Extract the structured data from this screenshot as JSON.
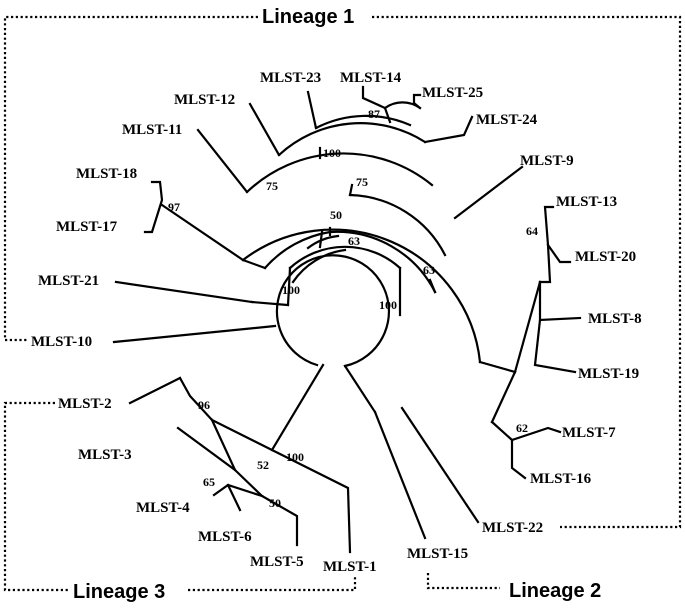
{
  "lineages": {
    "l1": "Lineage 1",
    "l2": "Lineage 2",
    "l3": "Lineage 3"
  },
  "leaves": {
    "mlst14": "MLST-14",
    "mlst25": "MLST-25",
    "mlst23": "MLST-23",
    "mlst12": "MLST-12",
    "mlst24": "MLST-24",
    "mlst11": "MLST-11",
    "mlst9": "MLST-9",
    "mlst18": "MLST-18",
    "mlst17": "MLST-17",
    "mlst13": "MLST-13",
    "mlst20": "MLST-20",
    "mlst21": "MLST-21",
    "mlst8": "MLST-8",
    "mlst10": "MLST-10",
    "mlst19": "MLST-19",
    "mlst2": "MLST-2",
    "mlst7": "MLST-7",
    "mlst3": "MLST-3",
    "mlst16": "MLST-16",
    "mlst4": "MLST-4",
    "mlst6": "MLST-6",
    "mlst5": "MLST-5",
    "mlst22": "MLST-22",
    "mlst1": "MLST-1",
    "mlst15": "MLST-15"
  },
  "bootstrap": {
    "b87": "87",
    "b100_top": "100",
    "b75_a": "75",
    "b75_b": "75",
    "b97": "97",
    "b50_top": "50",
    "b63_top": "63",
    "b63_right": "63",
    "b64": "64",
    "b100_left": "100",
    "b100_right": "100",
    "b96": "96",
    "b62": "62",
    "b52": "52",
    "b100_low": "100",
    "b65": "65",
    "b50_low": "50"
  }
}
